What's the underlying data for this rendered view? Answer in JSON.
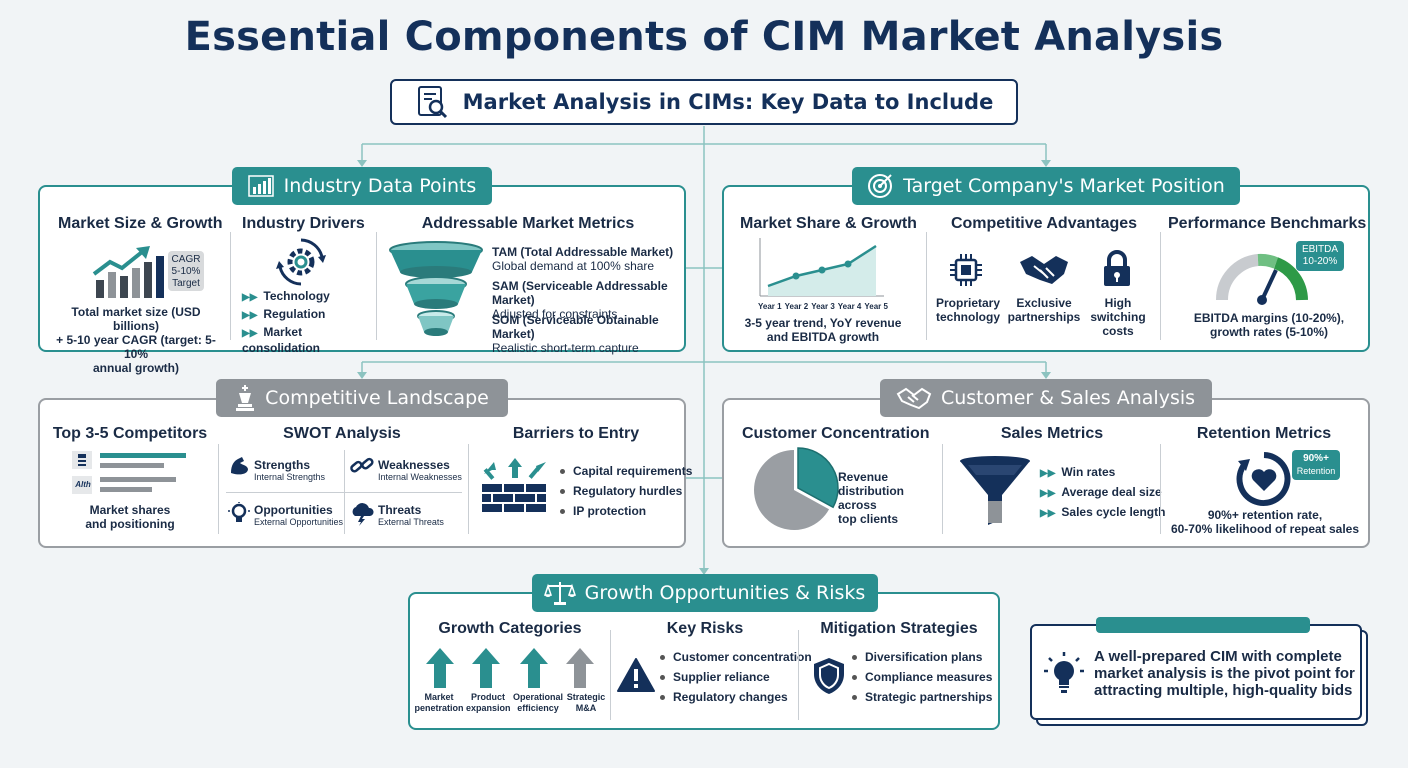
{
  "title": "Essential Components of CIM Market Analysis",
  "subtitle": "Market Analysis in CIMs: Key Data to Include",
  "industry": {
    "header": "Industry Data Points",
    "market_size": {
      "title": "Market Size & Growth",
      "badge": [
        "CAGR",
        "5-10%",
        "Target"
      ],
      "desc": [
        "Total market size (USD billions)",
        "+ 5-10 year CAGR (target: 5-10%",
        "annual growth)"
      ]
    },
    "drivers": {
      "title": "Industry Drivers",
      "items": [
        "Technology",
        "Regulation",
        "Market consolidation"
      ]
    },
    "addressable": {
      "title": "Addressable Market Metrics",
      "items": [
        {
          "label": "TAM (Total Addressable Market)",
          "desc": "Global demand at 100% share"
        },
        {
          "label": "SAM (Serviceable Addressable Market)",
          "desc": "Adjusted for constraints"
        },
        {
          "label": "SOM (Serviceable Obtainable Market)",
          "desc": "Realistic short-term capture"
        }
      ]
    }
  },
  "target": {
    "header": "Target Company's Market Position",
    "market_share": {
      "title": "Market Share & Growth",
      "years": [
        "Year 1",
        "Year 2",
        "Year 3",
        "Year 4",
        "Year 5"
      ],
      "desc": [
        "3-5 year trend, YoY revenue",
        "and EBITDA growth"
      ]
    },
    "advantages": {
      "title": "Competitive Advantages",
      "items": [
        {
          "lines": [
            "Proprietary",
            "technology"
          ]
        },
        {
          "lines": [
            "Exclusive",
            "partnerships"
          ]
        },
        {
          "lines": [
            "High",
            "switching",
            "costs"
          ]
        }
      ]
    },
    "benchmarks": {
      "title": "Performance Benchmarks",
      "badge": [
        "EBITDA",
        "10-20%"
      ],
      "desc": [
        "EBITDA margins (10-20%),",
        "growth rates (5-10%)"
      ]
    }
  },
  "competitive": {
    "header": "Competitive Landscape",
    "top": {
      "title": "Top 3-5 Competitors",
      "logo2": "Alth",
      "desc": [
        "Market shares",
        "and positioning"
      ]
    },
    "swot": {
      "title": "SWOT Analysis",
      "items": [
        {
          "label": "Strengths",
          "desc": "Internal Strengths"
        },
        {
          "label": "Weaknesses",
          "desc": "Internal Weaknesses"
        },
        {
          "label": "Opportunities",
          "desc": "External Opportunities"
        },
        {
          "label": "Threats",
          "desc": "External Threats"
        }
      ]
    },
    "barriers": {
      "title": "Barriers to Entry",
      "items": [
        "Capital requirements",
        "Regulatory hurdles",
        "IP protection"
      ]
    }
  },
  "customer": {
    "header": "Customer & Sales Analysis",
    "concentration": {
      "title": "Customer Concentration",
      "desc": [
        "Revenue",
        "distribution across",
        "top clients"
      ],
      "share": 0.33
    },
    "sales": {
      "title": "Sales Metrics",
      "items": [
        "Win rates",
        "Average deal size",
        "Sales cycle length"
      ]
    },
    "retention": {
      "title": "Retention Metrics",
      "badge": [
        "90%+",
        "Retention"
      ],
      "desc": [
        "90%+ retention rate,",
        "60-70% likelihood of repeat sales"
      ]
    }
  },
  "growth": {
    "header": "Growth Opportunities & Risks",
    "categories": {
      "title": "Growth Categories",
      "items": [
        {
          "lines": [
            "Market",
            "penetration"
          ]
        },
        {
          "lines": [
            "Product",
            "expansion"
          ]
        },
        {
          "lines": [
            "Operational",
            "efficiency"
          ]
        },
        {
          "lines": [
            "Strategic",
            "M&A"
          ]
        }
      ]
    },
    "risks": {
      "title": "Key Risks",
      "items": [
        "Customer concentration",
        "Supplier reliance",
        "Regulatory changes"
      ]
    },
    "mitigation": {
      "title": "Mitigation Strategies",
      "items": [
        "Diversification plans",
        "Compliance measures",
        "Strategic partnerships"
      ]
    }
  },
  "callout": {
    "lines": [
      "A well-prepared CIM with complete",
      "market analysis is the pivot point for",
      "attracting multiple, high-quality bids"
    ]
  },
  "colors": {
    "navy": "#14305a",
    "teal": "#2a8f8f",
    "grey": "#8e9398",
    "green": "#2e9a47"
  }
}
